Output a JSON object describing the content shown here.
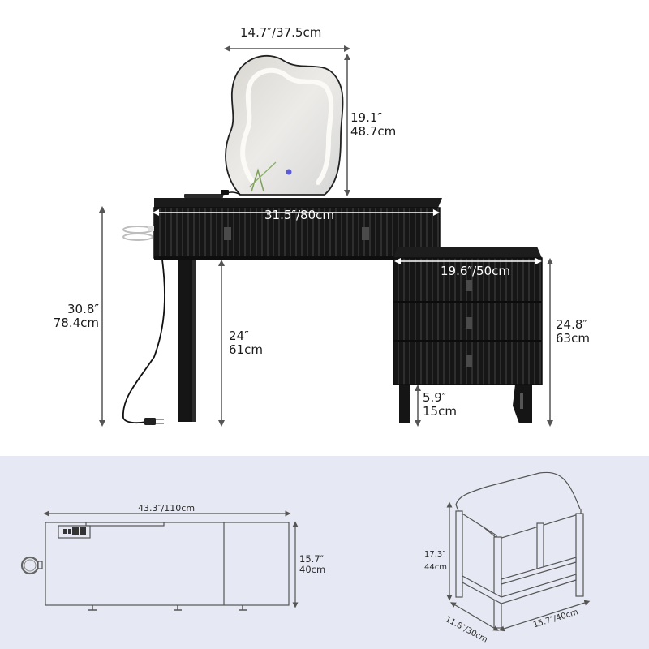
{
  "image": {
    "title": "Vanity desk set dimension diagram",
    "colors": {
      "top_background": "#ffffff",
      "bottom_background": "#e6e9f3",
      "furniture": "#141414",
      "dimension_line": "#555555",
      "mirror_led": "#f5f3ee",
      "touch_button": "#5b5bd6"
    }
  },
  "vanity": {
    "mirror": {
      "width_label": "14.7″/37.5cm",
      "height_label_in": "19.1″",
      "height_label_cm": "48.7cm"
    },
    "desk": {
      "width_label": "31.5″/80cm",
      "total_height_in": "30.8″",
      "total_height_cm": "78.4cm",
      "knee_height_in": "24″",
      "knee_height_cm": "61cm"
    },
    "cabinet": {
      "width_label": "19.6″/50cm",
      "height_in": "24.8″",
      "height_cm": "63cm",
      "leg_height_in": "5.9″",
      "leg_height_cm": "15cm"
    }
  },
  "top_view": {
    "length_label": "43.3″/110cm",
    "depth_in": "15.7″",
    "depth_cm": "40cm"
  },
  "stool": {
    "height_in": "17.3″",
    "height_cm": "44cm",
    "depth_label": "11.8″/30cm",
    "width_label": "15.7″/40cm"
  }
}
